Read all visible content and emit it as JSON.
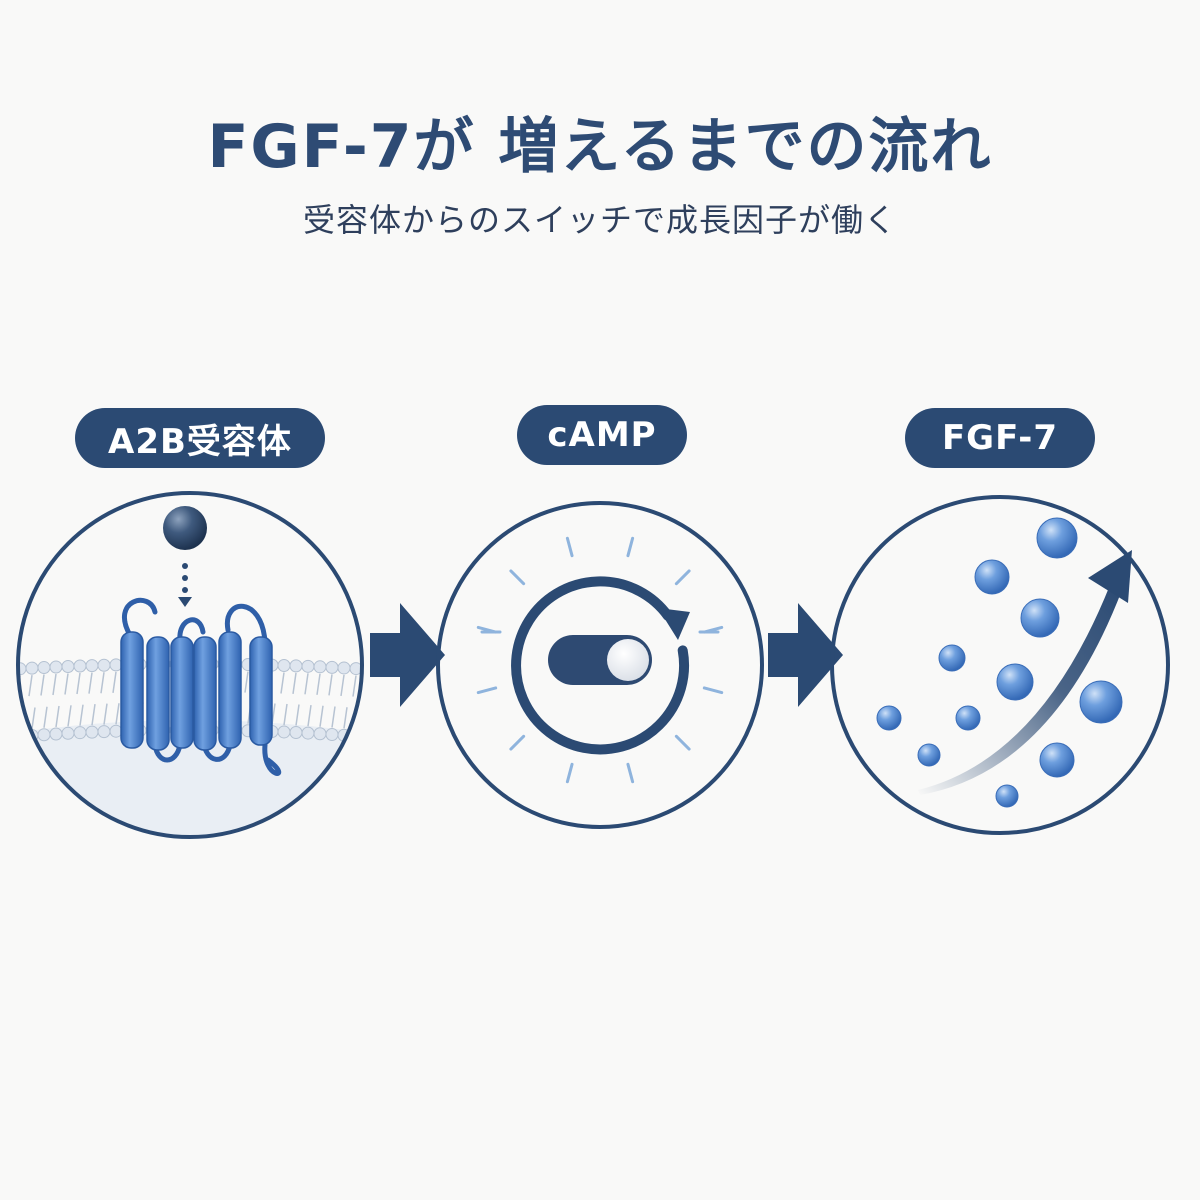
{
  "header": {
    "title": "FGF-7が 増えるまでの流れ",
    "subtitle": "受容体からのスイッチで成長因子が働く"
  },
  "steps": [
    {
      "label": "A2B受容体",
      "icon": "receptor-membrane-icon"
    },
    {
      "label": "cAMP",
      "icon": "toggle-switch-icon"
    },
    {
      "label": "FGF-7",
      "icon": "rising-particles-icon"
    }
  ],
  "colors": {
    "navy": "#2b4a73",
    "blue": "#3f78c8",
    "light_blue": "#8fb4dd",
    "membrane": "#c4cfdc",
    "background": "#f9f9f8"
  }
}
